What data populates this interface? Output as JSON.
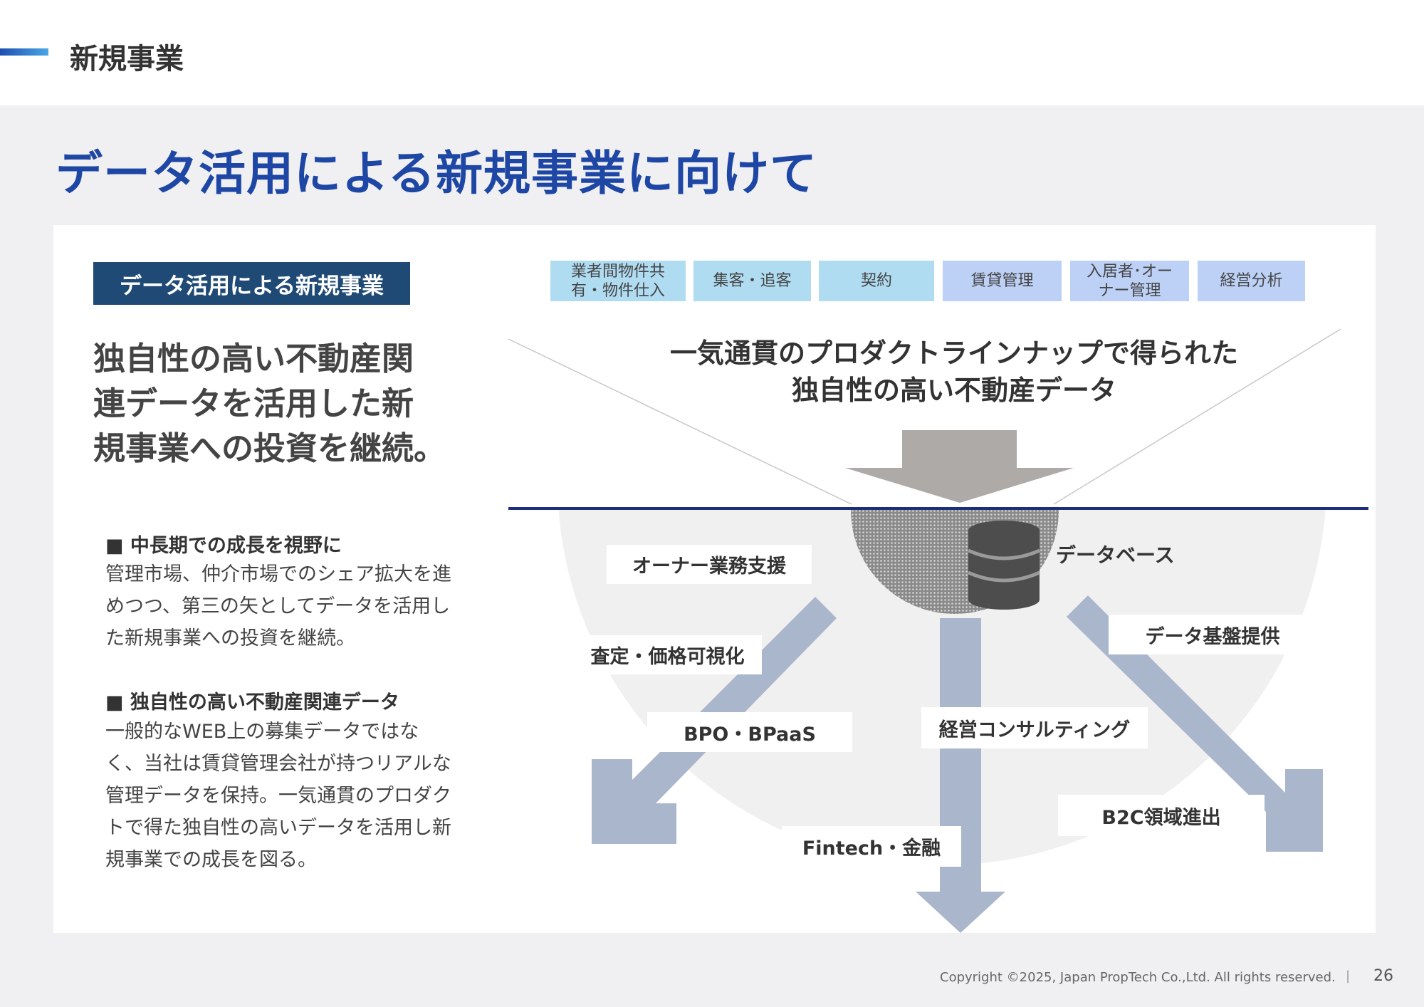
{
  "header": {
    "section": "新規事業"
  },
  "title": "データ活用による新規事業に向けて",
  "left": {
    "tag": "データ活用による新規事業",
    "lead": [
      "独自性の高い不動産関",
      "連データを活用した新",
      "規事業への投資を継続。"
    ],
    "points": [
      {
        "heading": "■ 中長期での成長を視野に",
        "body": " 管理市場、仲介市場でのシェア拡大を進めつつ、第三の矢としてデータを活用した新規事業への投資を継続。"
      },
      {
        "heading": "■ 独自性の高い不動産関連データ",
        "body": " 一般的なWEB上の募集データではなく、当社は賃貸管理会社が持つリアルな管理データを保持。一気通貫のプロダクトで得た独自性の高いデータを活用し新規事業での成長を図る。"
      }
    ]
  },
  "product_line": [
    {
      "label": "業者間物件共\n有・物件仕入",
      "color": "#b0dcf2"
    },
    {
      "label": "集客・追客",
      "color": "#b0dcf2"
    },
    {
      "label": "契約",
      "color": "#b0dcf2"
    },
    {
      "label": "賃貸管理",
      "color": "#bdd0f6"
    },
    {
      "label": "入居者･オー\nナー管理",
      "color": "#bdd0f6"
    },
    {
      "label": "経営分析",
      "color": "#bdd0f6"
    }
  ],
  "data_heading": [
    "一気通貫のプロダクトラインナップで得られた",
    "独自性の高い不動産データ"
  ],
  "database_label": "データベース",
  "businesses": {
    "owner_support": "オーナー業務支援",
    "valuation": "査定・価格可視化",
    "bpo": "BPO・BPaaS",
    "consulting": "経営コンサルティング",
    "fintech": "Fintech・金融",
    "data_platform": "データ基盤提供",
    "b2c": "B2C領域進出"
  },
  "footer": {
    "copyright": "Copyright ©2025, Japan PropTech Co.,Ltd. All rights reserved.",
    "separator": "|",
    "page": "26"
  }
}
